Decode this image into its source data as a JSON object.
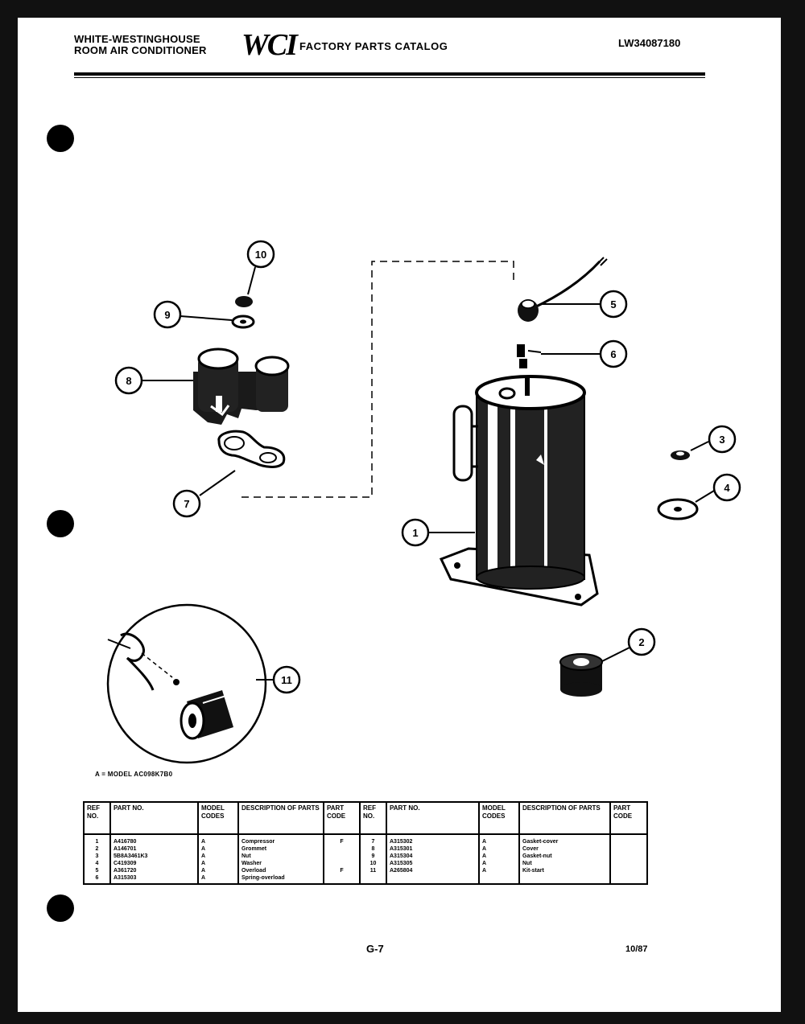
{
  "header": {
    "brand_line1": "WHITE-WESTINGHOUSE",
    "brand_line2": "ROOM AIR CONDITIONER",
    "logo": "WCI",
    "catalog_title": "FACTORY PARTS CATALOG",
    "catalog_number": "LW34087180"
  },
  "diagram": {
    "callouts": [
      "1",
      "2",
      "3",
      "4",
      "5",
      "6",
      "7",
      "8",
      "9",
      "10",
      "11"
    ]
  },
  "model_note": "A = MODEL AC098K7B0",
  "table": {
    "headers": [
      "REF NO.",
      "PART NO.",
      "MODEL CODES",
      "DESCRIPTION OF PARTS",
      "PART CODE"
    ],
    "rows": [
      {
        "ref": "1",
        "part": "A416780",
        "model": "A",
        "desc": "Compressor",
        "code": "F",
        "ref2": "7",
        "part2": "A315302",
        "model2": "A",
        "desc2": "Gasket-cover",
        "code2": ""
      },
      {
        "ref": "2",
        "part": "A146701",
        "model": "A",
        "desc": "Grommet",
        "code": "",
        "ref2": "8",
        "part2": "A315301",
        "model2": "A",
        "desc2": "Cover",
        "code2": ""
      },
      {
        "ref": "3",
        "part": "5B8A3461K3",
        "model": "A",
        "desc": "Nut",
        "code": "",
        "ref2": "9",
        "part2": "A315304",
        "model2": "A",
        "desc2": "Gasket-nut",
        "code2": ""
      },
      {
        "ref": "4",
        "part": "C419309",
        "model": "A",
        "desc": "Washer",
        "code": "",
        "ref2": "10",
        "part2": "A315305",
        "model2": "A",
        "desc2": "Nut",
        "code2": ""
      },
      {
        "ref": "5",
        "part": "A361720",
        "model": "A",
        "desc": "Overload",
        "code": "F",
        "ref2": "11",
        "part2": "A265804",
        "model2": "A",
        "desc2": "Kit-start",
        "code2": ""
      },
      {
        "ref": "6",
        "part": "A315303",
        "model": "A",
        "desc": "Spring-overload",
        "code": "",
        "ref2": "",
        "part2": "",
        "model2": "",
        "desc2": "",
        "code2": ""
      }
    ]
  },
  "footer": {
    "page_number": "G-7",
    "date": "10/87"
  }
}
